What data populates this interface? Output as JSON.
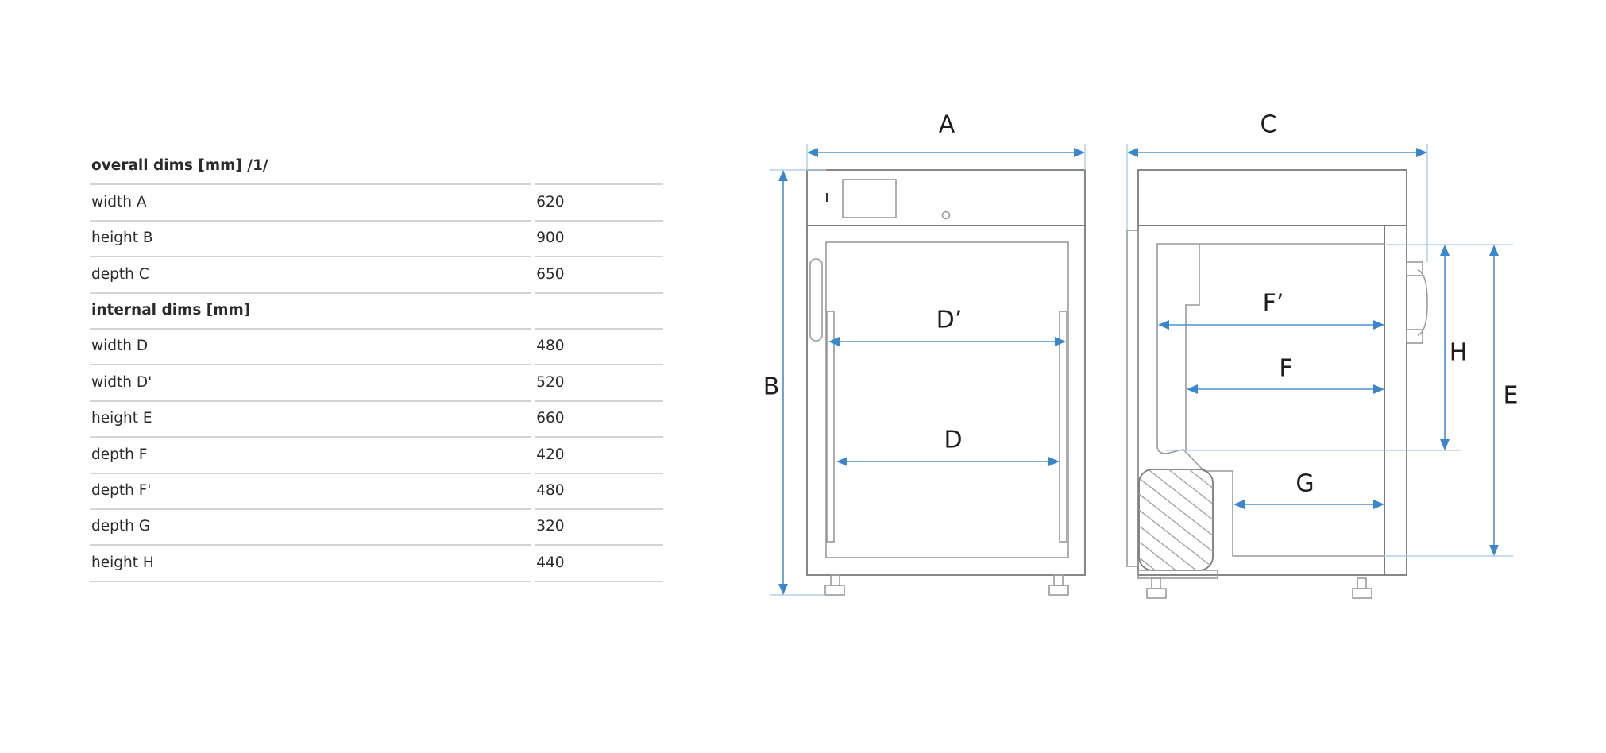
{
  "table": {
    "sections": [
      {
        "heading": "overall dims [mm] /1/",
        "rows": [
          {
            "label": "width A",
            "value": "620"
          },
          {
            "label": "height B",
            "value": "900"
          },
          {
            "label": "depth C",
            "value": "650"
          }
        ]
      },
      {
        "heading": "internal dims [mm]",
        "rows": [
          {
            "label": "width D",
            "value": "480"
          },
          {
            "label": "width D'",
            "value": "520"
          },
          {
            "label": "height E",
            "value": "660"
          },
          {
            "label": "depth F",
            "value": "420"
          },
          {
            "label": "depth F'",
            "value": "480"
          },
          {
            "label": "depth G",
            "value": "320"
          },
          {
            "label": "height H",
            "value": "440"
          }
        ]
      }
    ]
  },
  "drawing": {
    "labels": {
      "a": "A",
      "b": "B",
      "c": "C",
      "d": "D",
      "d_prime": "D’",
      "e": "E",
      "f": "F",
      "f_prime": "F’",
      "g": "G",
      "h": "H"
    },
    "colors": {
      "dimension": "#3b86cc",
      "outline": "#9a9a9a",
      "text": "#1d1d1d"
    }
  }
}
